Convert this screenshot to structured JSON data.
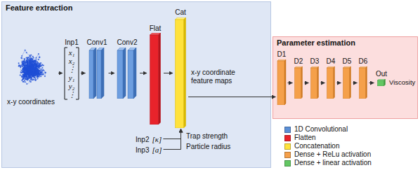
{
  "diagram": {
    "nodes": [
      {
        "text": [
          "Feature extraction"
        ]
      },
      {
        "text": [
          "x-y coordinates"
        ],
        "in": 0
      },
      {
        "text": [
          "Inp1",
          "x₁",
          "x₂",
          "⋮",
          "y₁",
          "y₂",
          "⋮"
        ],
        "in": 0
      },
      {
        "text": [
          "Conv1"
        ],
        "in": 0
      },
      {
        "text": [
          "Conv2"
        ],
        "in": 0
      },
      {
        "text": [
          "Flat"
        ],
        "in": 0
      },
      {
        "text": [
          "Cat"
        ],
        "in": 0
      },
      {
        "text": [
          "Inp2",
          "[κ]"
        ],
        "in": 0
      },
      {
        "text": [
          "Inp3",
          "[a]"
        ],
        "in": 0
      },
      {
        "text": [
          "Parameter estimation"
        ]
      },
      {
        "text": [
          "D1"
        ],
        "in": 9
      },
      {
        "text": [
          "D2"
        ],
        "in": 9
      },
      {
        "text": [
          "D3"
        ],
        "in": 9
      },
      {
        "text": [
          "D4"
        ],
        "in": 9
      },
      {
        "text": [
          "D5"
        ],
        "in": 9
      },
      {
        "text": [
          "D6"
        ],
        "in": 9
      },
      {
        "text": [
          "Out"
        ],
        "in": 9
      }
    ],
    "edges": [
      {
        "from": 1,
        "to": 2,
        "arrow": "to"
      },
      {
        "from": 2,
        "to": 3,
        "arrow": "to"
      },
      {
        "from": 3,
        "to": 4,
        "arrow": "to"
      },
      {
        "from": 4,
        "to": 5,
        "arrow": "to"
      },
      {
        "from": 5,
        "to": 6,
        "arrow": "to"
      },
      {
        "from": 7,
        "to": 6,
        "arrow": "to"
      },
      {
        "from": 8,
        "to": 6,
        "arrow": "to"
      },
      {
        "from": 6,
        "to": 10,
        "arrow": "to"
      },
      {
        "from": 10,
        "to": 11,
        "arrow": "to"
      },
      {
        "from": 11,
        "to": 12,
        "arrow": "to"
      },
      {
        "from": 12,
        "to": 13,
        "arrow": "to"
      },
      {
        "from": 13,
        "to": 14,
        "arrow": "to"
      },
      {
        "from": 14,
        "to": 15,
        "arrow": "to"
      },
      {
        "from": 15,
        "to": 16,
        "arrow": "to"
      }
    ],
    "labels": [
      "x-y coordinate feature maps",
      "Trap strength",
      "Particle radius",
      "Viscosity"
    ],
    "legend": [
      {
        "text": "1D Convolutional",
        "color": "#5b8fd6"
      },
      {
        "text": "Flatten",
        "color": "#e8232b"
      },
      {
        "text": "Concatenation",
        "color": "#ffe23c"
      },
      {
        "text": "Dense + ReLu activation",
        "color": "#f5a04a"
      },
      {
        "text": "Dense + linear activation",
        "color": "#63c763"
      }
    ]
  }
}
